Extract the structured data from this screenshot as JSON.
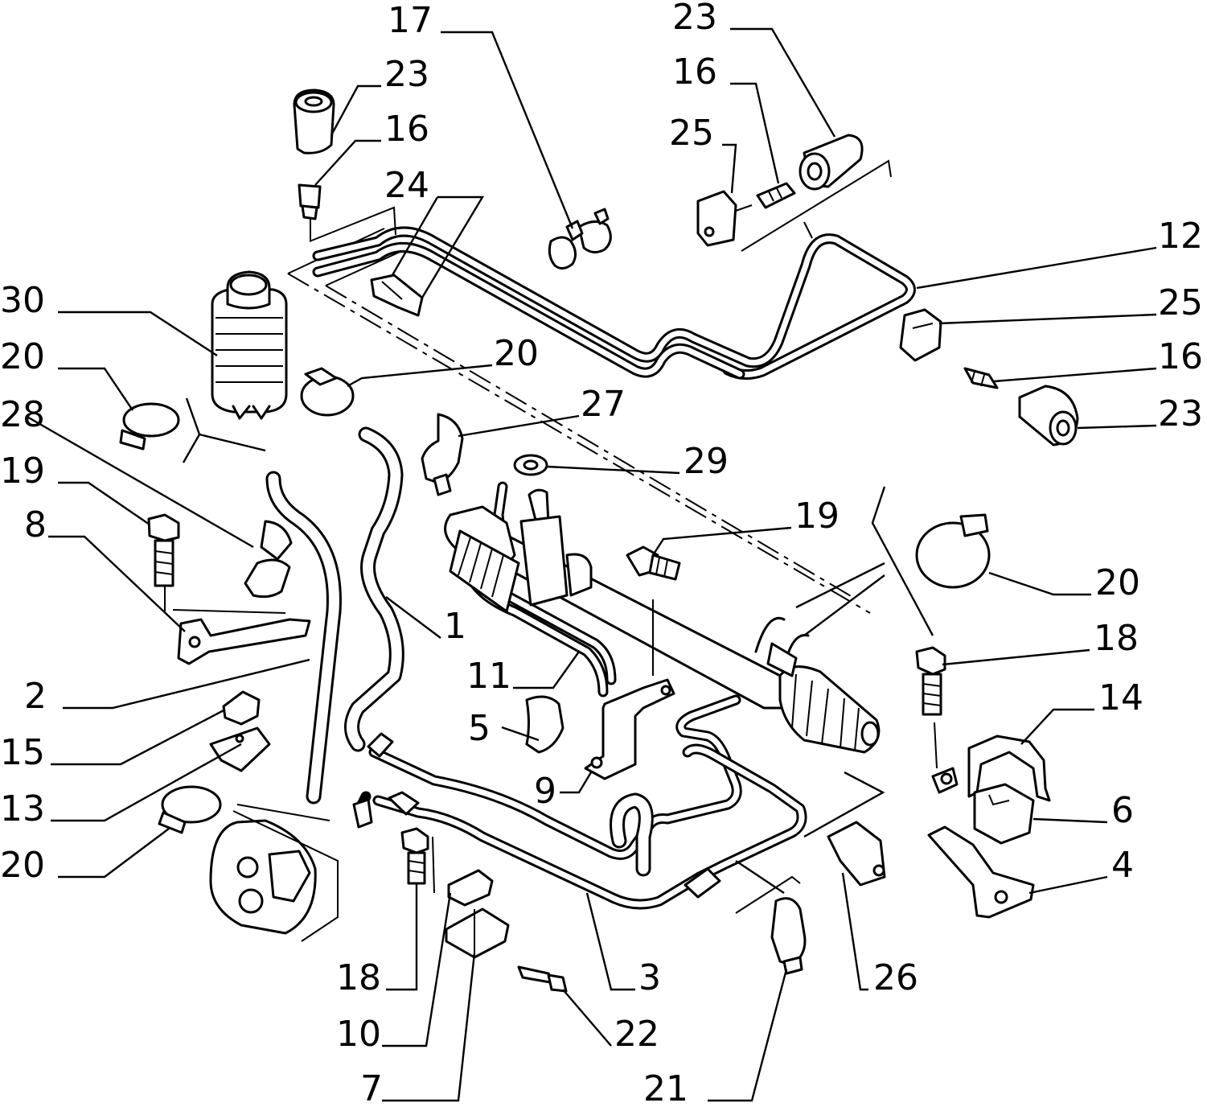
{
  "callouts": [
    {
      "id": "c17a",
      "label": "17"
    },
    {
      "id": "c23a",
      "label": "23"
    },
    {
      "id": "c16a",
      "label": "16"
    },
    {
      "id": "c24",
      "label": "24"
    },
    {
      "id": "c23b",
      "label": "23"
    },
    {
      "id": "c16b",
      "label": "16"
    },
    {
      "id": "c25a",
      "label": "25"
    },
    {
      "id": "c12",
      "label": "12"
    },
    {
      "id": "c25b",
      "label": "25"
    },
    {
      "id": "c16c",
      "label": "16"
    },
    {
      "id": "c23c",
      "label": "23"
    },
    {
      "id": "c30",
      "label": "30"
    },
    {
      "id": "c20a",
      "label": "20"
    },
    {
      "id": "c20b",
      "label": "20"
    },
    {
      "id": "c28",
      "label": "28"
    },
    {
      "id": "c27",
      "label": "27"
    },
    {
      "id": "c29",
      "label": "29"
    },
    {
      "id": "c19a",
      "label": "19"
    },
    {
      "id": "c19b",
      "label": "19"
    },
    {
      "id": "c8",
      "label": "8"
    },
    {
      "id": "c20c",
      "label": "20"
    },
    {
      "id": "c1",
      "label": "1"
    },
    {
      "id": "c18a",
      "label": "18"
    },
    {
      "id": "c11",
      "label": "11"
    },
    {
      "id": "c2",
      "label": "2"
    },
    {
      "id": "c14",
      "label": "14"
    },
    {
      "id": "c5",
      "label": "5"
    },
    {
      "id": "c15",
      "label": "15"
    },
    {
      "id": "c9",
      "label": "9"
    },
    {
      "id": "c6",
      "label": "6"
    },
    {
      "id": "c13",
      "label": "13"
    },
    {
      "id": "c20d",
      "label": "20"
    },
    {
      "id": "c4",
      "label": "4"
    },
    {
      "id": "c18b",
      "label": "18"
    },
    {
      "id": "c3",
      "label": "3"
    },
    {
      "id": "c26",
      "label": "26"
    },
    {
      "id": "c10",
      "label": "10"
    },
    {
      "id": "c22",
      "label": "22"
    },
    {
      "id": "c7",
      "label": "7"
    },
    {
      "id": "c21",
      "label": "21"
    }
  ]
}
